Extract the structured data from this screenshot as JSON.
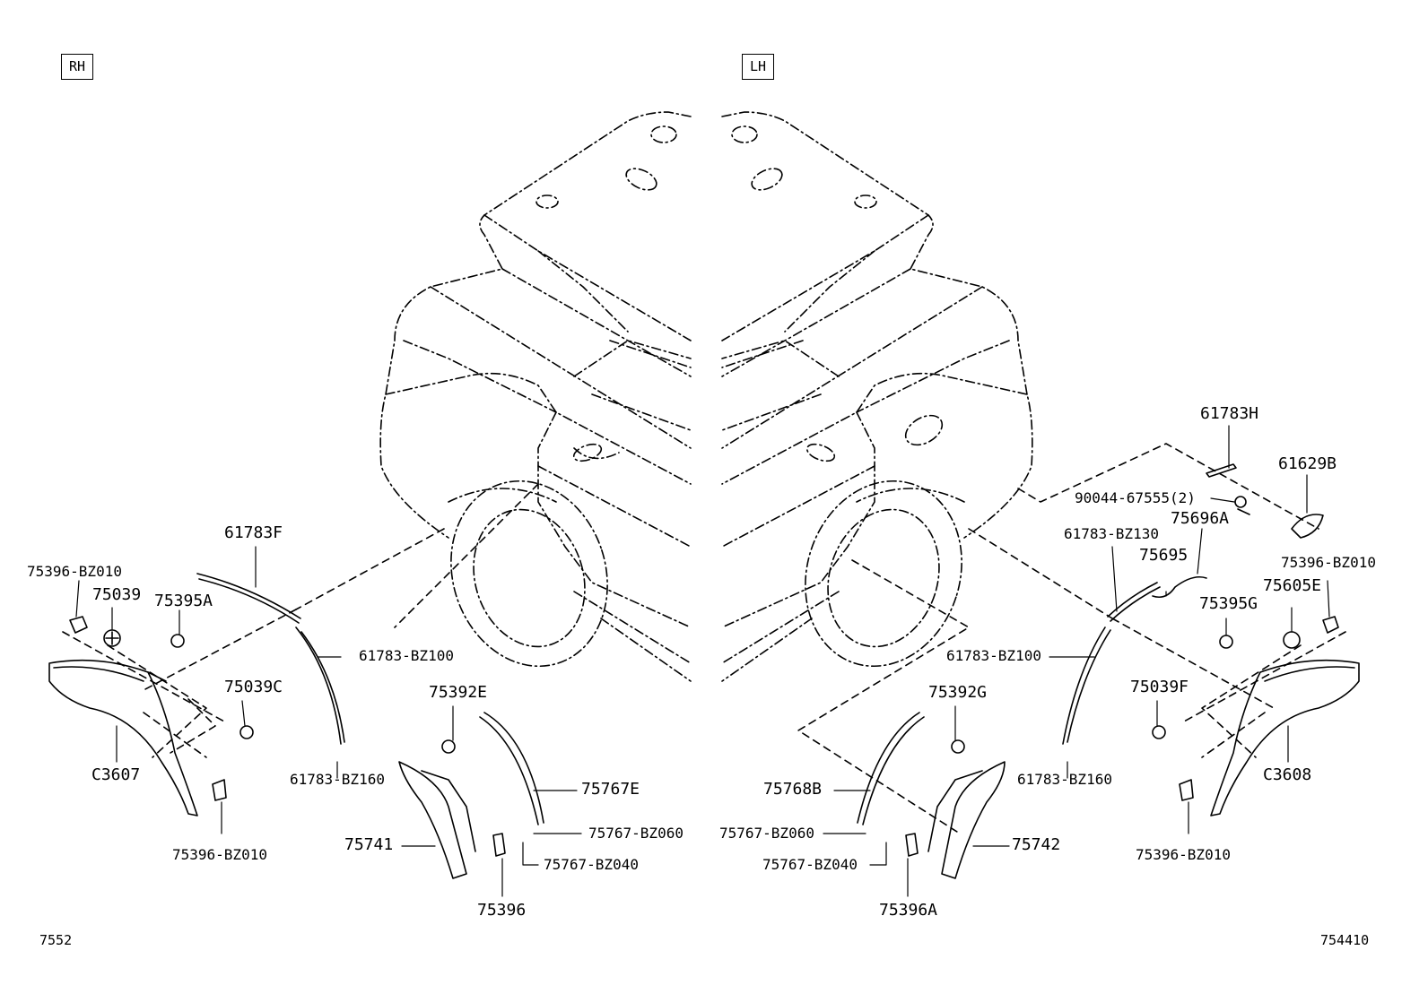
{
  "views": {
    "rh": {
      "tag": "RH"
    },
    "lh": {
      "tag": "LH"
    }
  },
  "rh_labels": {
    "p61783F": "61783F",
    "p75396_bz010_top": "75396-BZ010",
    "p75039": "75039",
    "p75395A": "75395A",
    "p61783_bz100": "61783-BZ100",
    "p75039C": "75039C",
    "pC3607": "C3607",
    "p61783_bz160": "61783-BZ160",
    "p75396_bz010_bottom": "75396-BZ010",
    "p75392E": "75392E",
    "p75767E": "75767E",
    "p75767_bz060": "75767-BZ060",
    "p75741": "75741",
    "p75767_bz040": "75767-BZ040",
    "p75396": "75396"
  },
  "lh_labels": {
    "p61783H": "61783H",
    "p61629B": "61629B",
    "p90044": "90044-67555(2)",
    "p75696A": "75696A",
    "p61783_bz130": "61783-BZ130",
    "p75695": "75695",
    "p75396_bz010_top": "75396-BZ010",
    "p75605E": "75605E",
    "p75395G": "75395G",
    "p61783_bz100": "61783-BZ100",
    "p75039F": "75039F",
    "p75392G": "75392G",
    "pC3608": "C3608",
    "p61783_bz160": "61783-BZ160",
    "p75768B": "75768B",
    "p75767_bz060": "75767-BZ060",
    "p75742": "75742",
    "p75767_bz040": "75767-BZ040",
    "p75396A": "75396A",
    "p75396_bz010_bottom": "75396-BZ010"
  },
  "codes": {
    "left": "7552",
    "right": "754410"
  }
}
